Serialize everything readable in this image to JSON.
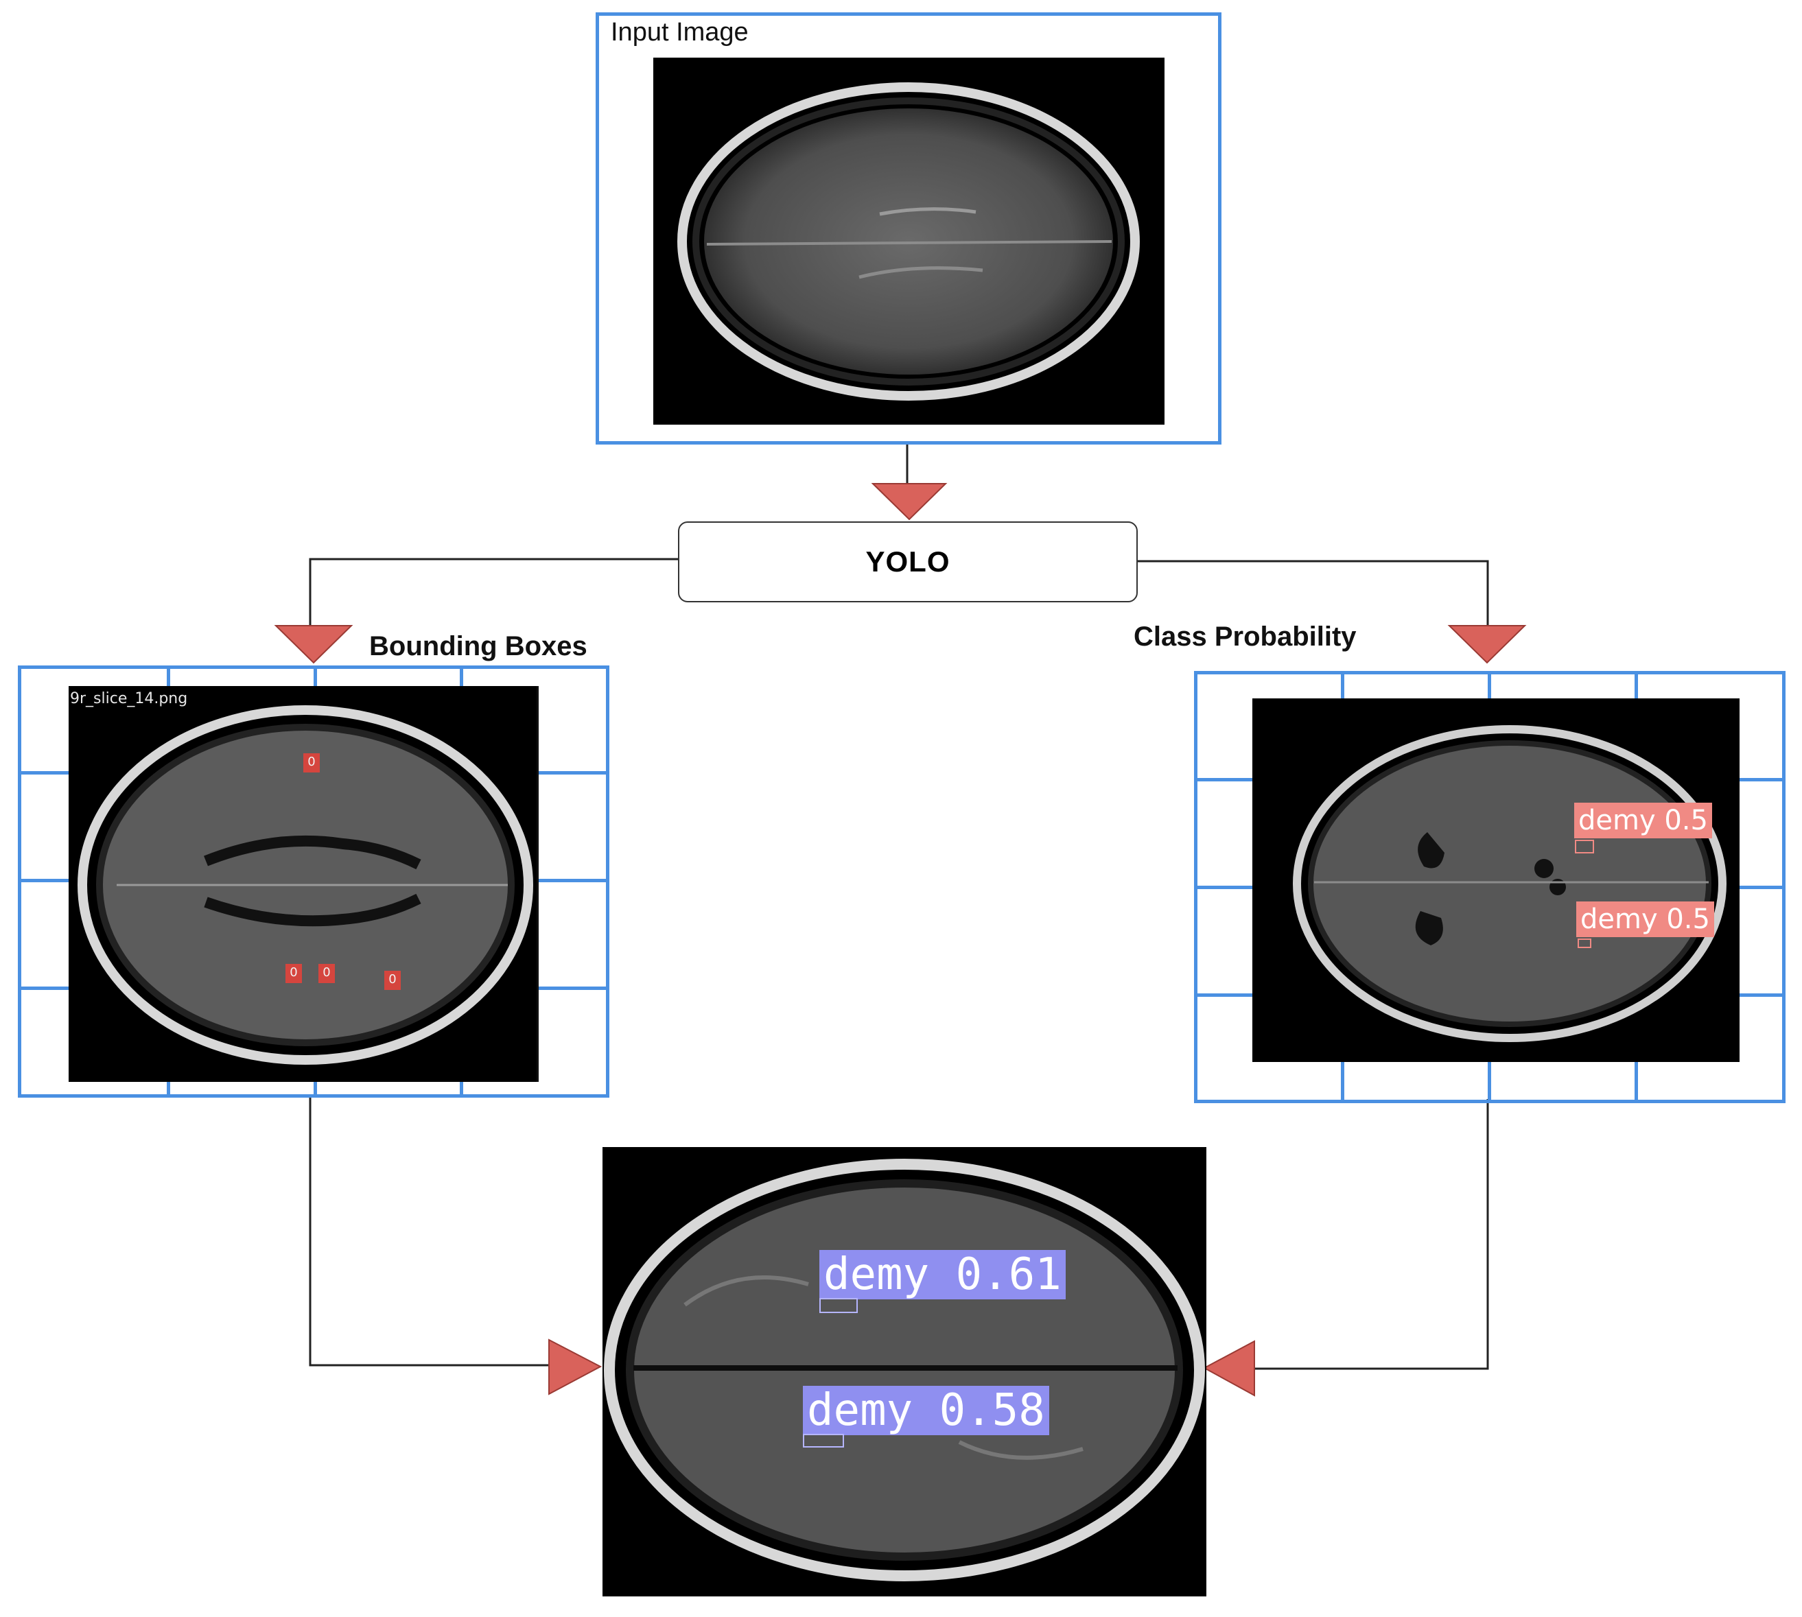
{
  "input": {
    "title": "Input Image"
  },
  "yolo": {
    "label": "YOLO"
  },
  "bounding": {
    "title": "Bounding Boxes",
    "filename": "9r_slice_14.png",
    "marker_text": "0"
  },
  "classprob": {
    "title": "Class Probability",
    "detections": [
      {
        "label": "demy 0.5"
      },
      {
        "label": "demy 0.5"
      }
    ]
  },
  "output": {
    "detections": [
      {
        "label": "demy  0.61"
      },
      {
        "label": "demy  0.58"
      }
    ]
  },
  "colors": {
    "frame": "#4a90e2",
    "arrow": "#d9625b",
    "detection_red": "#f08a84",
    "detection_blue": "#8f8ff0",
    "line": "#222222"
  }
}
